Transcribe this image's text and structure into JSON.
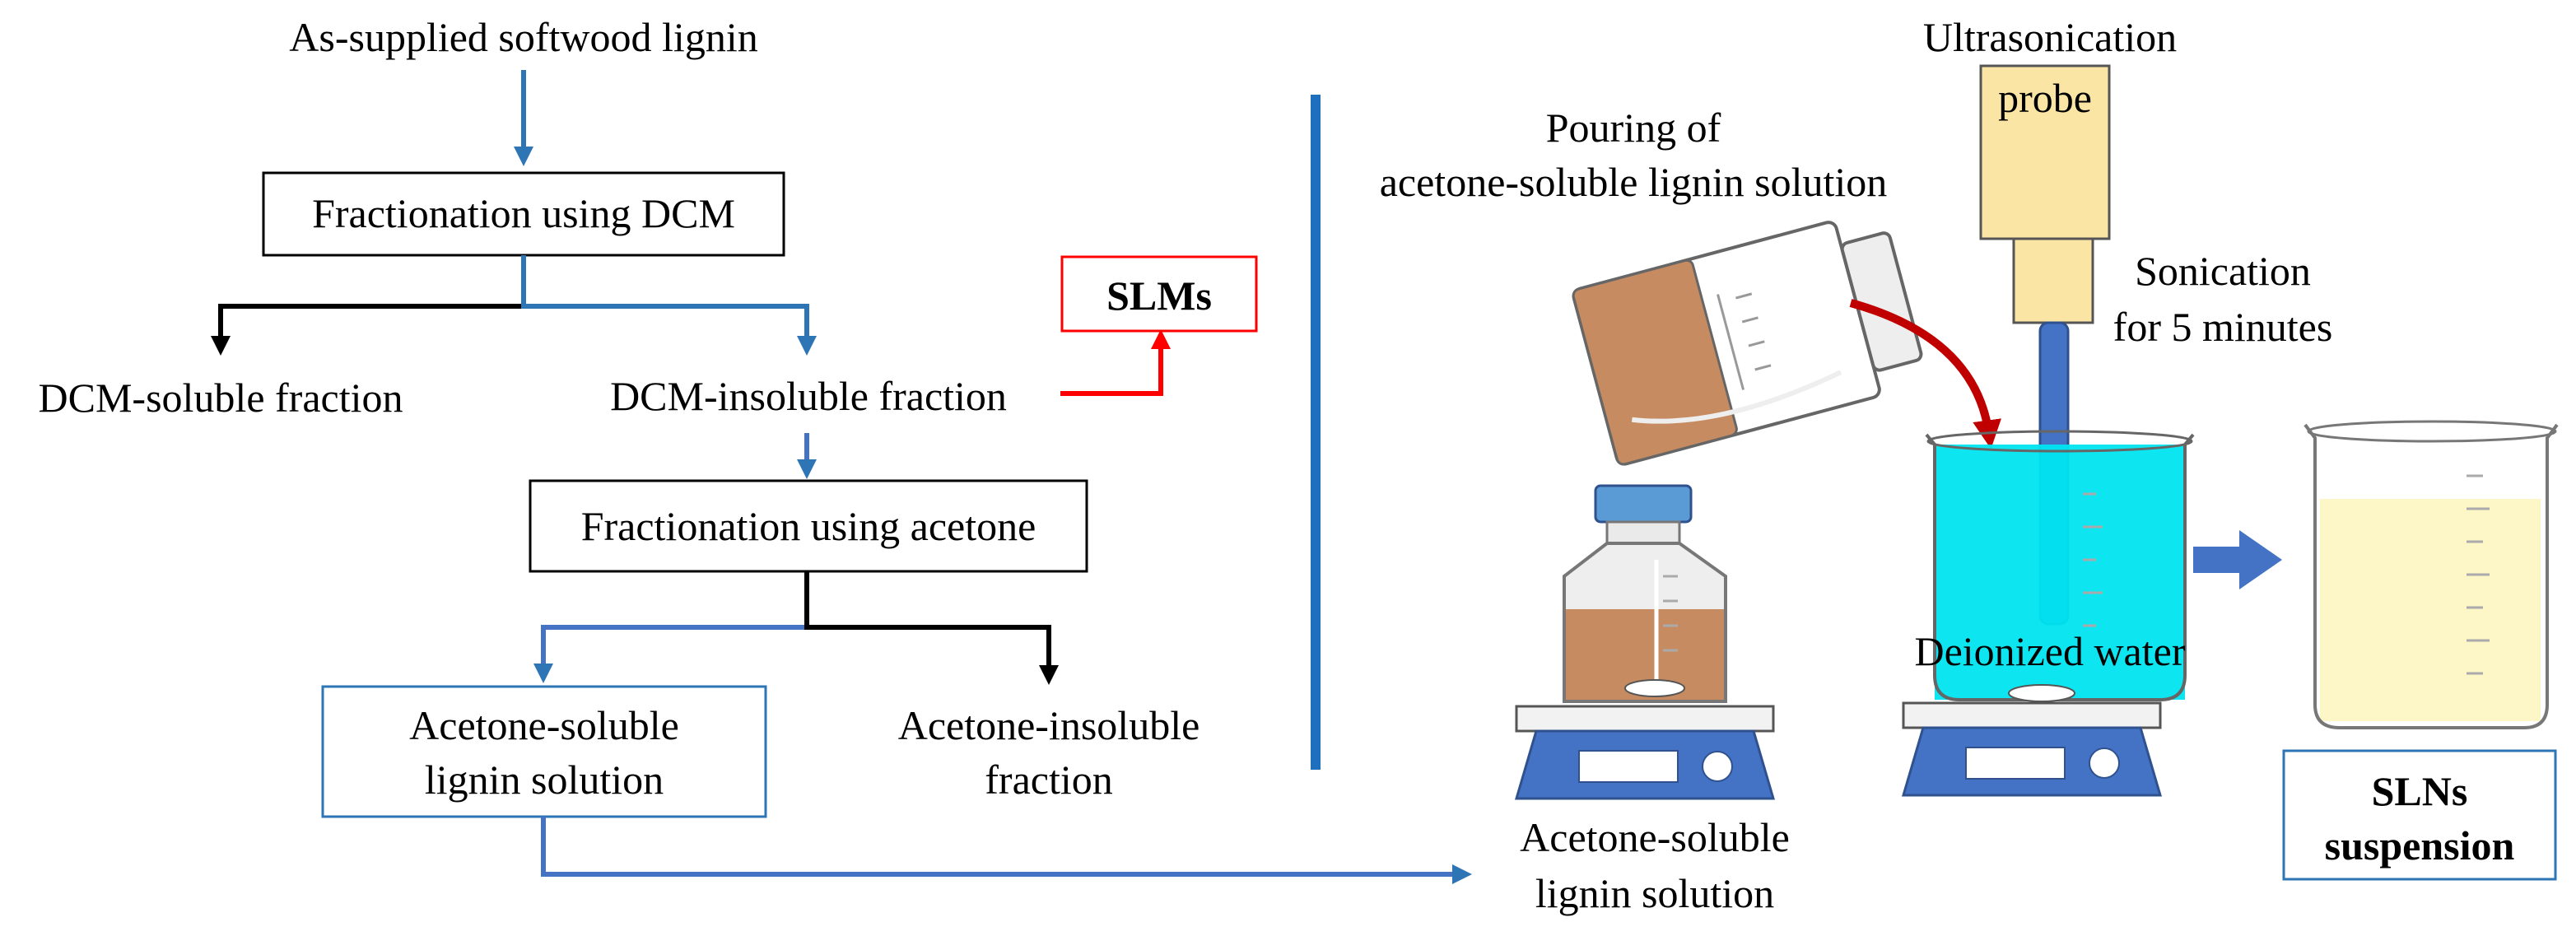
{
  "flowchart": {
    "start": "As-supplied softwood lignin",
    "step1": "Fractionation using DCM",
    "dcm_soluble": "DCM-soluble fraction",
    "dcm_insoluble": "DCM-insoluble fraction",
    "slms": "SLMs",
    "step2": "Fractionation using acetone",
    "acetone_soluble_line1": "Acetone-soluble",
    "acetone_soluble_line2": "lignin solution",
    "acetone_insoluble_line1": "Acetone-insoluble",
    "acetone_insoluble_line2": "fraction"
  },
  "process": {
    "ultrasonication": "Ultrasonication",
    "probe": "probe",
    "pouring_line1": "Pouring of",
    "pouring_line2": "acetone-soluble lignin solution",
    "sonication_line1": "Sonication",
    "sonication_line2": "for 5 minutes",
    "deionized_water": "Deionized water",
    "bottle_label_line1": "Acetone-soluble",
    "bottle_label_line2": "lignin solution",
    "result_line1": "SLNs",
    "result_line2": "suspension"
  },
  "colors": {
    "blue_arrow": "#2e75b6",
    "black_arrow": "#000000",
    "red_arrow": "#ff0000",
    "dark_red_arrow": "#c00000",
    "lignin_brown": "#c68b60",
    "water_cyan": "#00e5f0",
    "suspension_yellow": "#fdf7c8",
    "probe_yellow": "#fbe5a5",
    "stirrer_blue": "#4472c4",
    "divider_blue": "#1f6fbf"
  }
}
